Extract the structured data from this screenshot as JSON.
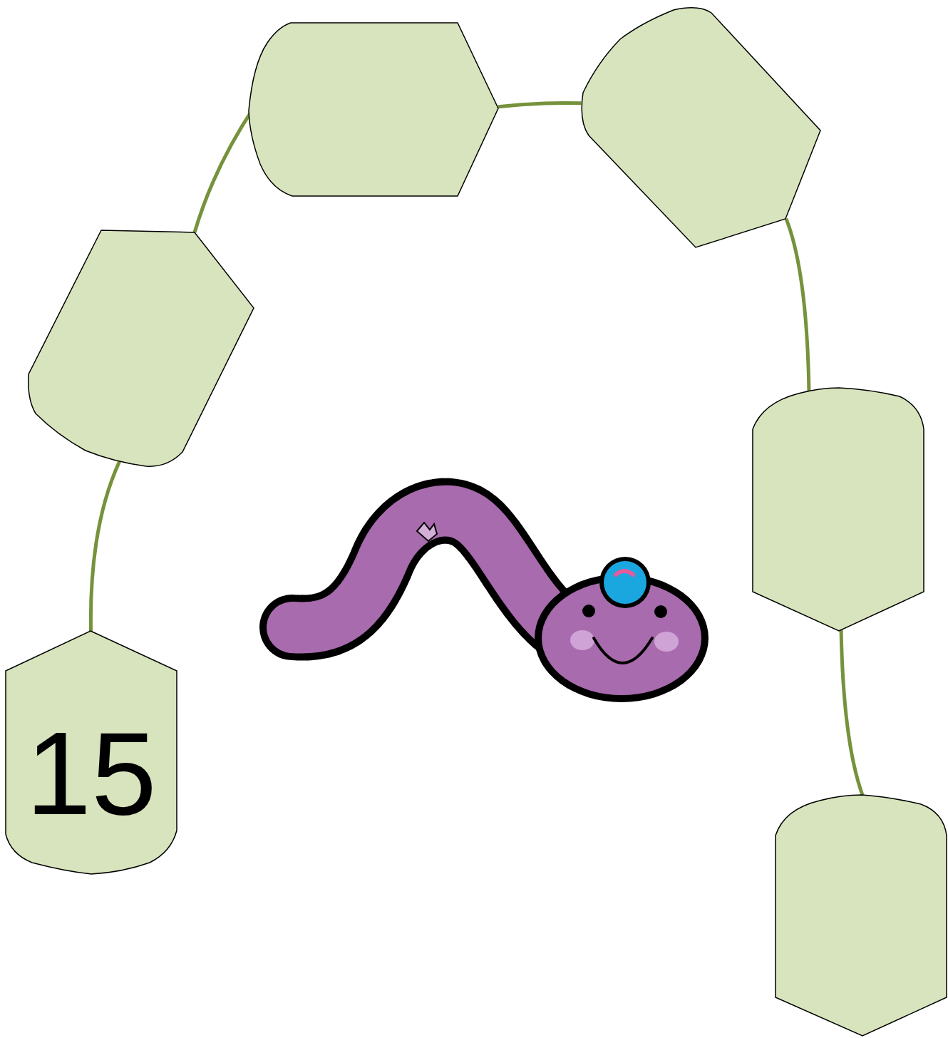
{
  "diagram": {
    "nodes": [
      {
        "text": [
          "15"
        ]
      },
      {
        "text": []
      },
      {
        "text": []
      },
      {
        "text": []
      },
      {
        "text": []
      },
      {
        "text": []
      }
    ],
    "edges": [
      {
        "from": 0,
        "to": 1,
        "arrow": "none"
      },
      {
        "from": 1,
        "to": 2,
        "arrow": "none"
      },
      {
        "from": 2,
        "to": 3,
        "arrow": "none"
      },
      {
        "from": 3,
        "to": 4,
        "arrow": "none"
      },
      {
        "from": 4,
        "to": 5,
        "arrow": "none"
      }
    ]
  }
}
